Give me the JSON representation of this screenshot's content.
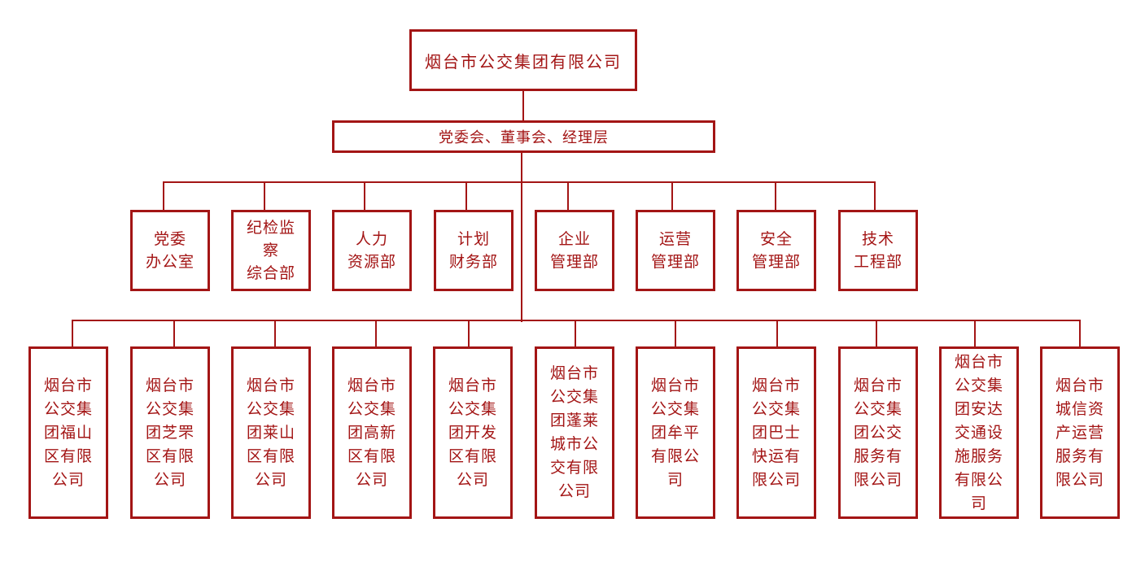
{
  "colors": {
    "border": "#a31515",
    "text": "#a31515",
    "background": "#ffffff"
  },
  "root": "烟台市公交集团有限公司",
  "management": "党委会、董事会、经理层",
  "departments": [
    "党委\n办公室",
    "纪检监\n察\n综合部",
    "人力\n资源部",
    "计划\n财务部",
    "企业\n管理部",
    "运营\n管理部",
    "安全\n管理部",
    "技术\n工程部"
  ],
  "subsidiaries": [
    "烟台市\n公交集\n团福山\n区有限\n公司",
    "烟台市\n公交集\n团芝罘\n区有限\n公司",
    "烟台市\n公交集\n团莱山\n区有限\n公司",
    "烟台市\n公交集\n团高新\n区有限\n公司",
    "烟台市\n公交集\n团开发\n区有限\n公司",
    "烟台市\n公交集\n团蓬莱\n城市公\n交有限\n公司",
    "烟台市\n公交集\n团牟平\n有限公\n司",
    "烟台市\n公交集\n团巴士\n快运有\n限公司",
    "烟台市\n公交集\n团公交\n服务有\n限公司",
    "烟台市\n公交集\n团安达\n交通设\n施服务\n有限公\n司",
    "烟台市\n城信资\n产运营\n服务有\n限公司"
  ]
}
